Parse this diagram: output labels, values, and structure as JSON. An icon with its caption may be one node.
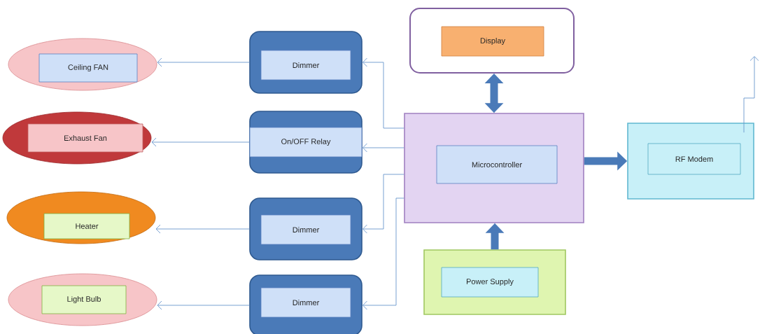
{
  "diagram": {
    "nodes": [
      {
        "text": [],
        "shape": "ellipse"
      },
      {
        "text": [
          "Ceiling FAN"
        ],
        "in": 0
      },
      {
        "text": [],
        "shape": "ellipse"
      },
      {
        "text": [
          "Exhaust Fan"
        ],
        "in": 2
      },
      {
        "text": [],
        "shape": "ellipse"
      },
      {
        "text": [
          "Heater"
        ],
        "in": 4
      },
      {
        "text": [],
        "shape": "ellipse"
      },
      {
        "text": [
          "Light Bulb"
        ],
        "in": 6
      },
      {
        "text": [],
        "shape": "box"
      },
      {
        "text": [
          "Dimmer"
        ],
        "in": 8
      },
      {
        "text": [],
        "shape": "box"
      },
      {
        "text": [
          "On/OFF Relay"
        ],
        "in": 10
      },
      {
        "text": [],
        "shape": "box"
      },
      {
        "text": [
          "Dimmer"
        ],
        "in": 12
      },
      {
        "text": [],
        "shape": "box"
      },
      {
        "text": [
          "Dimmer"
        ],
        "in": 14
      },
      {
        "text": [],
        "shape": "box"
      },
      {
        "text": [
          "Display"
        ],
        "in": 16
      },
      {
        "text": [],
        "shape": "box"
      },
      {
        "text": [
          "Microcontroller"
        ],
        "in": 18
      },
      {
        "text": [],
        "shape": "box"
      },
      {
        "text": [
          "RF Modem"
        ],
        "in": 20
      },
      {
        "text": [],
        "shape": "box"
      },
      {
        "text": [
          "Power Supply"
        ],
        "in": 22
      }
    ],
    "edges": [
      {
        "from": 18,
        "to": 8,
        "arrow": "to"
      },
      {
        "from": 18,
        "to": 10,
        "arrow": "to"
      },
      {
        "from": 18,
        "to": 12,
        "arrow": "to"
      },
      {
        "from": 18,
        "to": 14,
        "arrow": "to"
      },
      {
        "from": 8,
        "to": 0,
        "arrow": "to"
      },
      {
        "from": 10,
        "to": 2,
        "arrow": "to"
      },
      {
        "from": 12,
        "to": 4,
        "arrow": "to"
      },
      {
        "from": 14,
        "to": 6,
        "arrow": "to"
      },
      {
        "from": 18,
        "to": 16,
        "arrow": "both",
        "style": "thick"
      },
      {
        "from": 18,
        "to": 20,
        "arrow": "to",
        "style": "thick"
      },
      {
        "from": 22,
        "to": 18,
        "arrow": "to",
        "style": "thick"
      },
      {
        "from": 20,
        "to": null,
        "arrow": "to"
      }
    ]
  }
}
